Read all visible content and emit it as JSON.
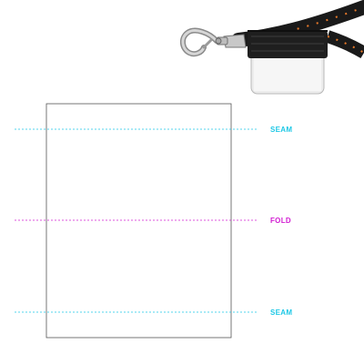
{
  "template": {
    "guides": [
      {
        "key": "seam_top",
        "label": "SEAM",
        "color": "#1ec8e6"
      },
      {
        "key": "fold",
        "label": "FOLD",
        "color": "#d21ed2"
      },
      {
        "key": "seam_bottom",
        "label": "SEAM",
        "color": "#1ec8e6"
      }
    ],
    "panel_outline_color": "#555555"
  },
  "product_preview": {
    "icon": "lanyard-clip-icon",
    "strap_color": "#1a1a1a",
    "accent_color": "#e8792a",
    "tag_color": "#e9e9e9"
  }
}
